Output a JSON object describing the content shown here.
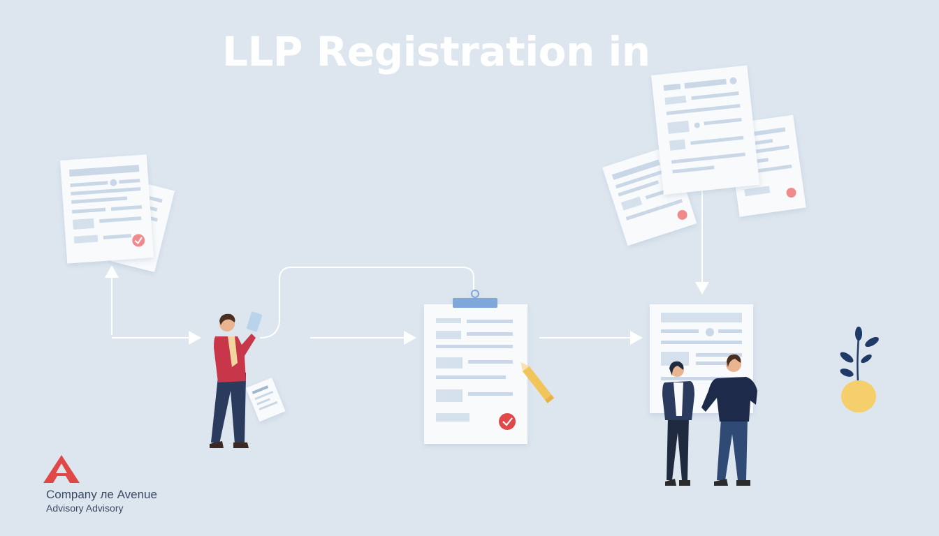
{
  "title": "LLP Registration in",
  "brand": {
    "line1": "Company ле Avenue",
    "line2": "Advisory Advisory",
    "logo_icon": "letter-a-logo-icon"
  },
  "colors": {
    "background": "#dde6ef",
    "title": "#ffffff",
    "accent_red": "#e04848",
    "navy": "#2a3b5e",
    "clip_blue": "#7fa7d9",
    "pencil_yellow": "#f2c55c",
    "plant_pot": "#f5cf6b",
    "leaf": "#1f3a66",
    "check_pink": "#f08a8a"
  },
  "icons": {
    "document": "document-icon",
    "clipboard": "clipboard-icon",
    "check": "check-icon",
    "pencil": "pencil-icon",
    "plant": "plant-icon",
    "person": "person-icon"
  }
}
